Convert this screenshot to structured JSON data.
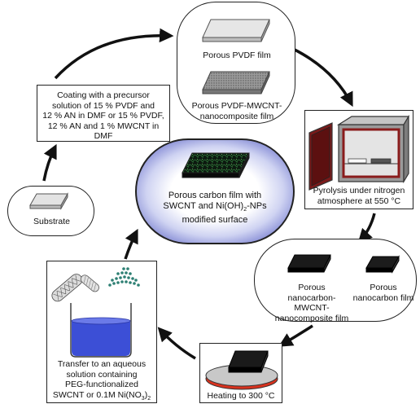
{
  "steps": {
    "substrate": "Substrate",
    "coating": [
      "Coating with a precursor",
      "solution of 15 % PVDF and",
      "12 % AN in DMF or 15 % PVDF,",
      "12 % AN and 1 % MWCNT in DMF"
    ],
    "pvdf_film": "Porous PVDF film",
    "pvdf_mwcnt": [
      "Porous PVDF-MWCNT-",
      "nanocomposite film"
    ],
    "pyrolysis": [
      "Pyrolysis under nitrogen",
      "atmosphere at 550 °C"
    ],
    "nanocarbon_mwcnt": [
      "Porous",
      "nanocarbon-MWCNT-",
      "nanocomposite film"
    ],
    "nanocarbon": [
      "Porous",
      "nanocarbon film"
    ],
    "heating": "Heating to 300 °C",
    "transfer": [
      "Transfer to an aqueous",
      "solution containing",
      "PEG-functionalized"
    ],
    "transfer_last": {
      "pre": "SWCNT or 0.1M Ni(NO",
      "sub": "3",
      "post": ")",
      "sub2": "2"
    },
    "center": {
      "line1": "Porous carbon film with",
      "line2_pre": "SWCNT and Ni(OH)",
      "line2_sub": "2",
      "line2_post": "-NPs",
      "line3": "modified surface"
    }
  },
  "colors": {
    "oven_red": "#7a1a1a",
    "beaker_liquid": "#3c4fd6",
    "hot_plate": "#d8321e",
    "oval_blue": "#3b44b8"
  }
}
